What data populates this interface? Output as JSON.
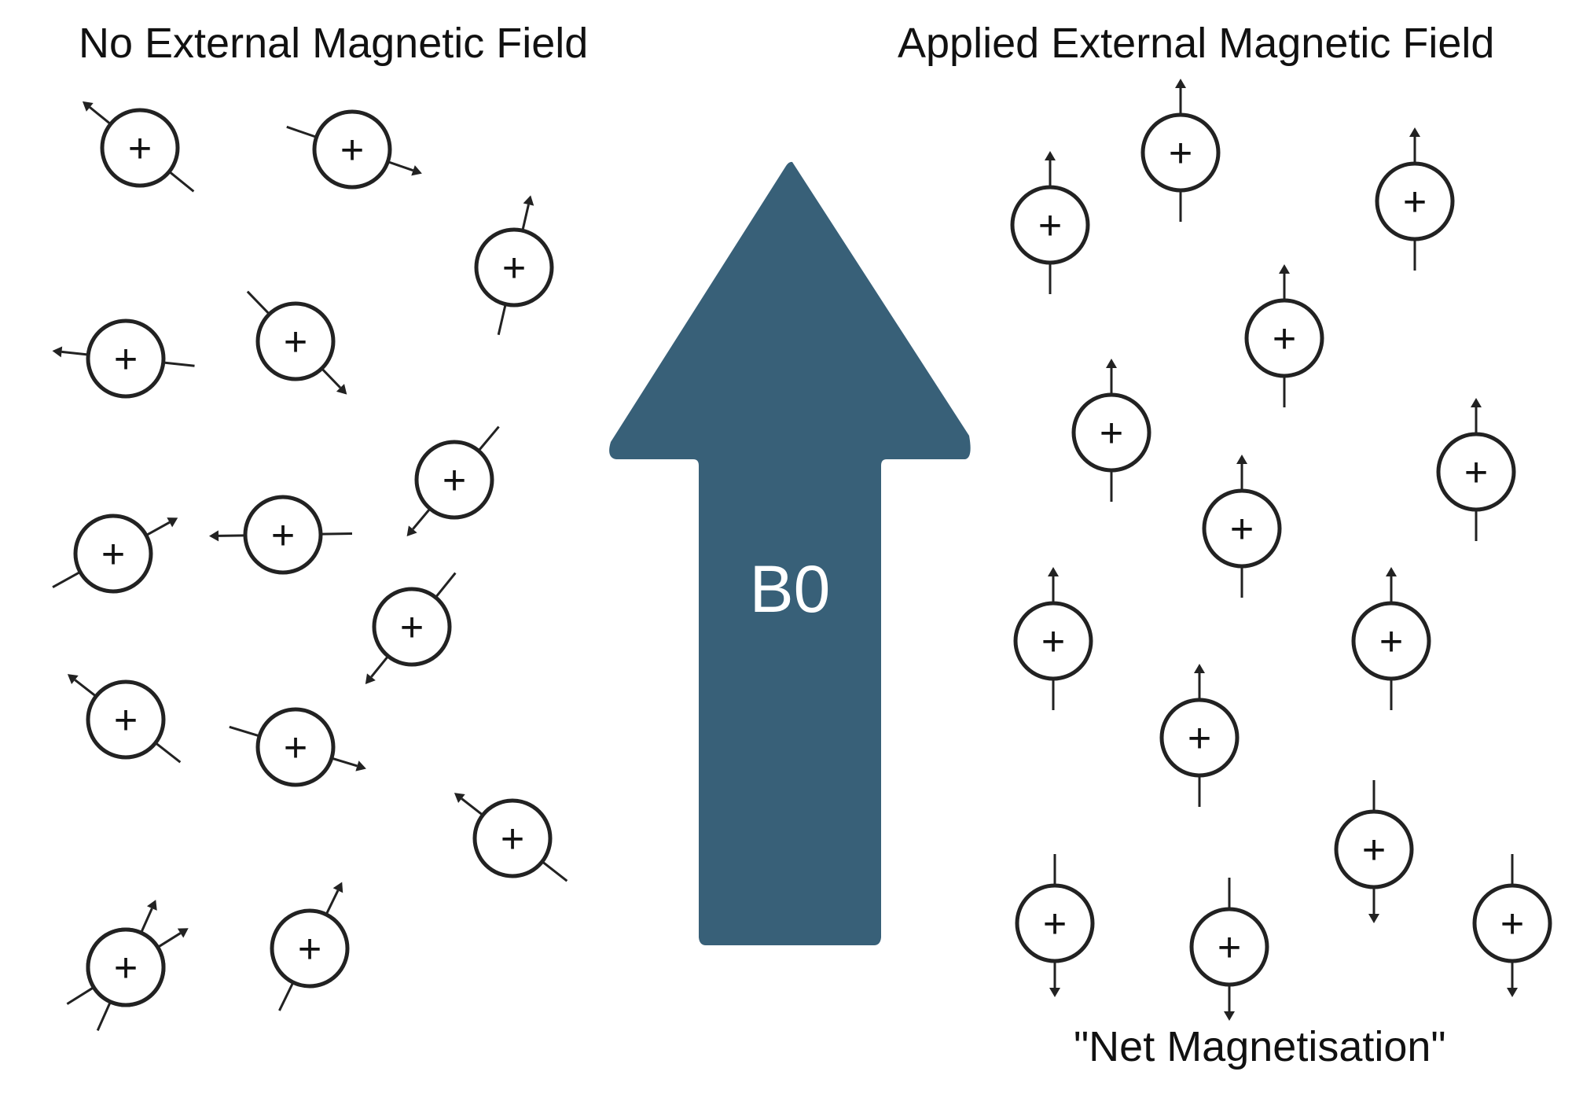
{
  "left_panel": {
    "title": "No External Magnetic Field",
    "proton_symbol": "+",
    "spins": [
      {
        "id": "p1",
        "angle": -51
      },
      {
        "id": "p2",
        "angle": 109
      },
      {
        "id": "p3",
        "angle": 13
      },
      {
        "id": "p4",
        "angle": -84
      },
      {
        "id": "p5",
        "angle": 136
      },
      {
        "id": "p6",
        "angle": -140
      },
      {
        "id": "p7",
        "angle": 61
      },
      {
        "id": "p8",
        "angle": -91
      },
      {
        "id": "p9",
        "angle": -141
      },
      {
        "id": "p10",
        "angle": -52
      },
      {
        "id": "p11",
        "angle": 107
      },
      {
        "id": "p12",
        "angle": -52
      },
      {
        "id": "p13",
        "angle": 58
      },
      {
        "id": "p14",
        "angle": 26
      },
      {
        "id": "p15",
        "angle": 160
      }
    ]
  },
  "center": {
    "field_label": "B0",
    "arrow_color": "#386078",
    "direction": "up"
  },
  "right_panel": {
    "title": "Applied External Magnetic Field",
    "proton_symbol": "+",
    "caption": "\"Net Magnetisation\"",
    "spins": [
      {
        "id": "q1",
        "direction": "up"
      },
      {
        "id": "q2",
        "direction": "up"
      },
      {
        "id": "q3",
        "direction": "up"
      },
      {
        "id": "q4",
        "direction": "up"
      },
      {
        "id": "q5",
        "direction": "up"
      },
      {
        "id": "q6",
        "direction": "up"
      },
      {
        "id": "q7",
        "direction": "up"
      },
      {
        "id": "q8",
        "direction": "up"
      },
      {
        "id": "q9",
        "direction": "up"
      },
      {
        "id": "q10",
        "direction": "up"
      },
      {
        "id": "q11",
        "direction": "down"
      },
      {
        "id": "q12",
        "direction": "down"
      },
      {
        "id": "q13",
        "direction": "down"
      },
      {
        "id": "q14",
        "direction": "down"
      }
    ]
  },
  "colors": {
    "stroke": "#222222",
    "text": "#111111",
    "background": "#ffffff"
  }
}
